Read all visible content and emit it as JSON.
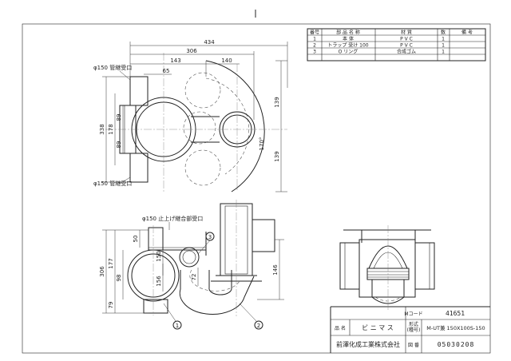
{
  "parts_table": {
    "headers": [
      "番号",
      "部 品 名 称",
      "材 質",
      "数",
      "備 考"
    ],
    "rows": [
      {
        "no": "1",
        "name": "本 体",
        "material": "P V C",
        "qty": "1",
        "note": ""
      },
      {
        "no": "2",
        "name": "トラップ 受け 100",
        "material": "P V C",
        "qty": "1",
        "note": ""
      },
      {
        "no": "3",
        "name": "O リング",
        "material": "合成ゴム",
        "qty": "1",
        "note": ""
      }
    ]
  },
  "title_block": {
    "mcode_label": "Mコード",
    "mcode_value": "41651",
    "name_label": "品 名",
    "name_value": "ビ ニ マ ス",
    "model_label_1": "形式",
    "model_label_2": "(種号)",
    "model_value": "M-UT兼 150X100S-150",
    "company": "前澤化成工業株式会社",
    "drawing_no_label": "図 番",
    "drawing_no_value": "05030208"
  },
  "plan_view": {
    "dims": {
      "overall": "434",
      "width_306": "306",
      "offset_143": "143",
      "offset_140": "140",
      "offset_65": "65",
      "height_338": "338",
      "height_178": "178",
      "half_89_top": "89",
      "half_89_bottom": "89",
      "right_139_top": "139",
      "right_139_bottom": "139",
      "angle": "170°"
    },
    "labels": {
      "inlet_top": "φ150 管継受口",
      "inlet_bottom": "φ150 管継受口"
    }
  },
  "section_view": {
    "dims": {
      "total_306": "306",
      "d177": "177",
      "d79": "79",
      "d98": "98",
      "d50": "50",
      "d150": "150",
      "d156": "156",
      "d72": "72",
      "d146": "146"
    },
    "labels": {
      "socket": "φ150 止上げ継合部受口"
    },
    "callouts": [
      "1",
      "2",
      "3"
    ]
  }
}
